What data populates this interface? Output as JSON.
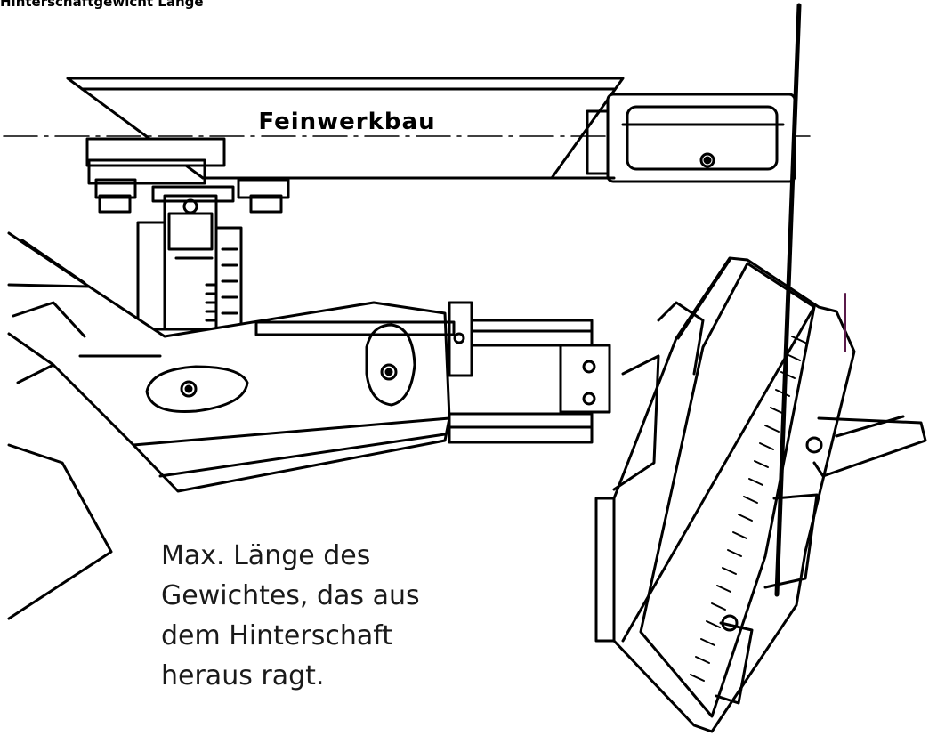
{
  "top_caption": "Hinterschaftgewicht Länge",
  "brand_label": "Feinwerkbau",
  "caption_lines": [
    "Max. Länge des",
    "Gewichtes, das aus",
    "dem Hinterschaft",
    "heraus ragt."
  ],
  "colors": {
    "line": "#000000",
    "background": "#ffffff",
    "caption_text": "#1a1a1a",
    "edge_mark": "#5a1a4a"
  }
}
